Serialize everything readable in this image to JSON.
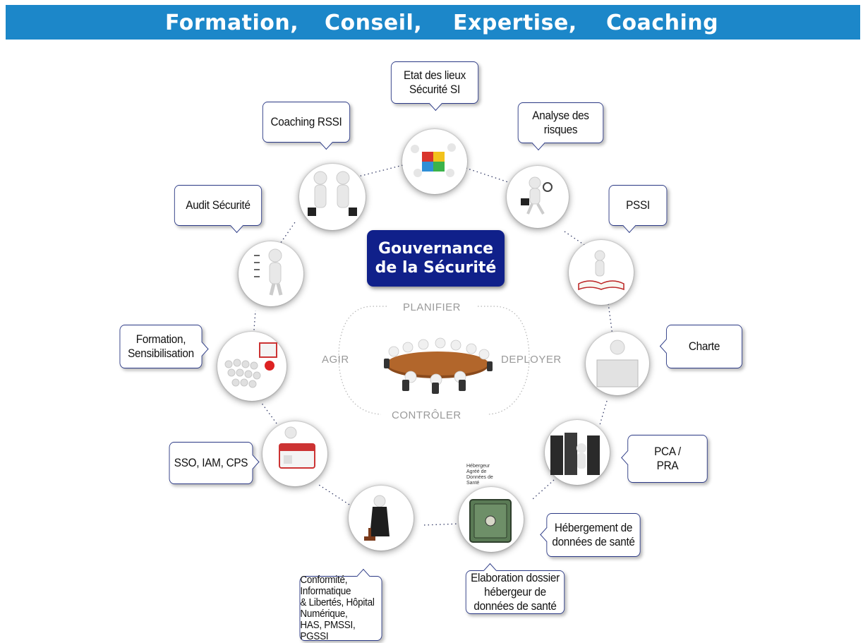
{
  "banner": {
    "words": [
      "Formation,",
      "Conseil,",
      "Expertise,",
      "Coaching"
    ],
    "color": "#1c87c9"
  },
  "center": {
    "title": "Gouvernance\nde la Sécurité",
    "color": "#10208a"
  },
  "cycle": {
    "top": "PLANIFIER",
    "right": "DEPLOYER",
    "bottom": "CONTRÔLER",
    "left": "AGIR"
  },
  "nodes": [
    {
      "id": "etat-des-lieux",
      "icon": "puzzle-team-icon",
      "label": "Etat des lieux\nSécurité SI"
    },
    {
      "id": "analyse-risques",
      "icon": "magnifier-walker-icon",
      "label": "Analyse des\nrisques"
    },
    {
      "id": "pssi",
      "icon": "open-book-icon",
      "label": "PSSI"
    },
    {
      "id": "charte",
      "icon": "sign-board-icon",
      "label": "Charte"
    },
    {
      "id": "pca-pra",
      "icon": "server-room-icon",
      "label": "PCA /\nPRA"
    },
    {
      "id": "hebergement",
      "icon": "safe-vault-icon",
      "label": "Hébergement de\ndonnées de santé"
    },
    {
      "id": "elaboration",
      "icon": "hads-logo-icon",
      "label": "Elaboration dossier\nhébergeur de\ndonnées de santé"
    },
    {
      "id": "conformite",
      "icon": "judge-gavel-icon",
      "label": "Conformité,\nInformatique\n& Libertés, Hôpital\nNumérique,\nHAS, PMSSI, PGSSI"
    },
    {
      "id": "sso",
      "icon": "id-card-icon",
      "label": "SSO, IAM, CPS"
    },
    {
      "id": "formation",
      "icon": "crowd-presentation-icon",
      "label": "Formation,\nSensibilisation"
    },
    {
      "id": "audit",
      "icon": "checklist-icon",
      "label": "Audit Sécurité"
    },
    {
      "id": "coaching",
      "icon": "handshake-icon",
      "label": "Coaching RSSI"
    }
  ],
  "hads_logo": {
    "lines": [
      "Hébergeur",
      "Agréé de",
      "Données de",
      "Santé"
    ]
  }
}
